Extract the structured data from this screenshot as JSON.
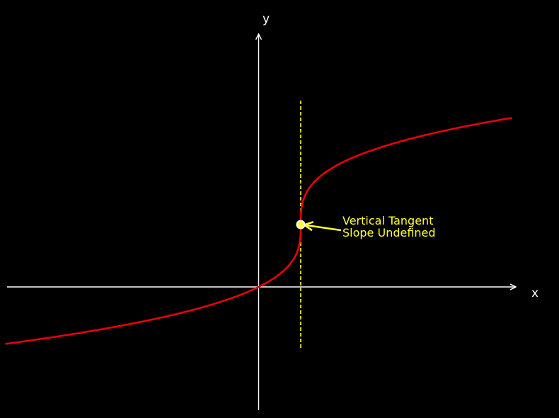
{
  "diagram": {
    "x_axis_label": "x",
    "y_axis_label": "y",
    "annotation": {
      "line1": "Vertical Tangent",
      "line2": "Slope Undefined"
    },
    "colors": {
      "background": "#000000",
      "axes": "#ffffff",
      "curve": "#e8000b",
      "tangent_line": "#ffff33",
      "annotation_text": "#ffff33",
      "point_fill": "#ffff33",
      "point_outline": "#ffffff"
    }
  },
  "chart_data": {
    "type": "line",
    "function": "y = cbrt(x - 1) + 1",
    "xlim": [
      -6,
      6
    ],
    "ylim": [
      -3,
      5
    ],
    "vertical_tangent": {
      "x": 1,
      "y": 1
    },
    "grid": false,
    "legend": "none"
  }
}
